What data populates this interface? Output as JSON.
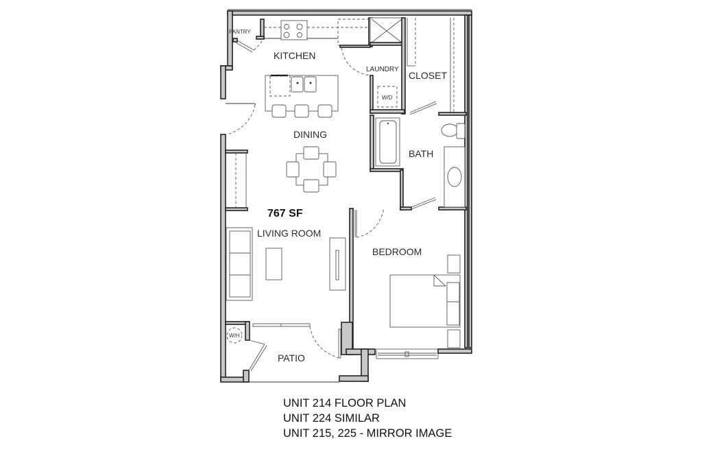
{
  "plan": {
    "area_label": "767 SF",
    "rooms": {
      "pantry": "PANTRY",
      "kitchen": "KITCHEN",
      "laundry": "LAUNDRY",
      "washer_dryer": "W/D",
      "closet": "CLOSET",
      "dining": "DINING",
      "bath": "BATH",
      "living_room": "LIVING ROOM",
      "bedroom": "BEDROOM",
      "patio": "PATIO",
      "water_heater": "W/H"
    }
  },
  "caption": {
    "line1": "UNIT 214 FLOOR PLAN",
    "line2": "UNIT 224 SIMILAR",
    "line3": "UNIT 215, 225 - MIRROR IMAGE"
  }
}
